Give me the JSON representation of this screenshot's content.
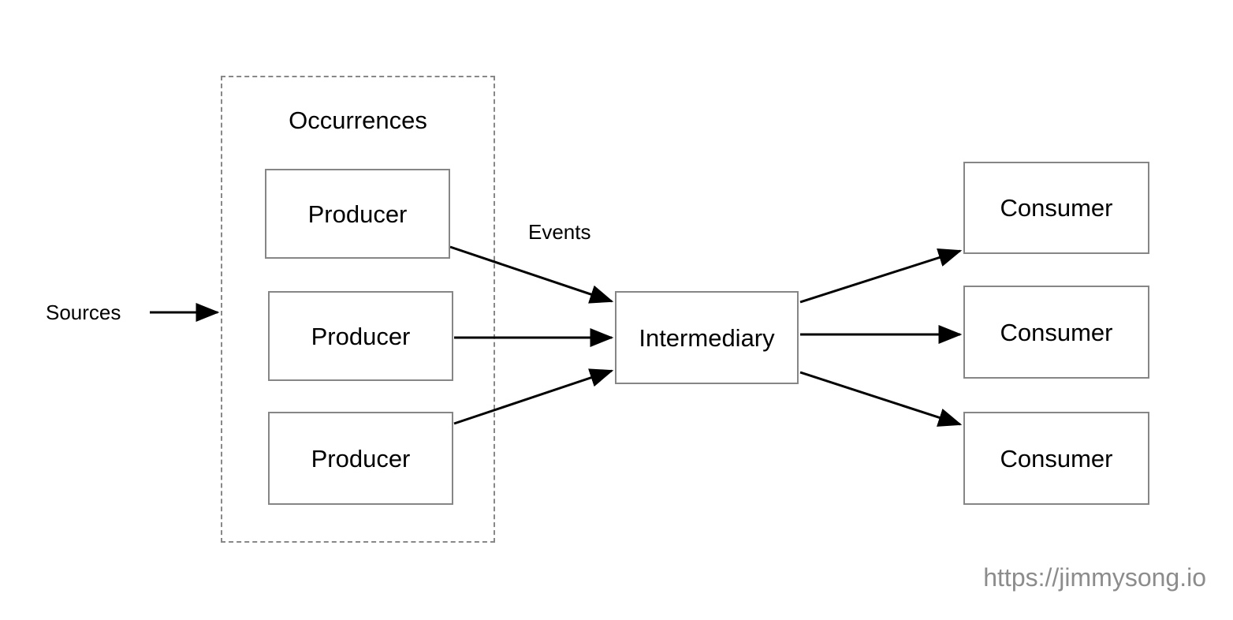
{
  "diagram": {
    "title_label": "Occurrences",
    "group": {
      "name": "occurrences-group",
      "label": "Occurrences",
      "border_style": "dashed",
      "border_color": "#888888"
    },
    "nodes": [
      {
        "id": "producer-1",
        "label": "Producer",
        "group": "occurrences"
      },
      {
        "id": "producer-2",
        "label": "Producer",
        "group": "occurrences"
      },
      {
        "id": "producer-3",
        "label": "Producer",
        "group": "occurrences"
      },
      {
        "id": "intermediary",
        "label": "Intermediary",
        "group": null
      },
      {
        "id": "consumer-1",
        "label": "Consumer",
        "group": null
      },
      {
        "id": "consumer-2",
        "label": "Consumer",
        "group": null
      },
      {
        "id": "consumer-3",
        "label": "Consumer",
        "group": null
      }
    ],
    "edge_labels": {
      "sources": "Sources",
      "events": "Events"
    },
    "edges": [
      {
        "from": "sources-label",
        "to": "occurrences-group",
        "label": "Sources"
      },
      {
        "from": "producer-1",
        "to": "intermediary",
        "label": "Events"
      },
      {
        "from": "producer-2",
        "to": "intermediary",
        "label": ""
      },
      {
        "from": "producer-3",
        "to": "intermediary",
        "label": ""
      },
      {
        "from": "intermediary",
        "to": "consumer-1",
        "label": ""
      },
      {
        "from": "intermediary",
        "to": "consumer-2",
        "label": ""
      },
      {
        "from": "intermediary",
        "to": "consumer-3",
        "label": ""
      }
    ],
    "colors": {
      "node_border": "#868686",
      "group_border": "#888888",
      "edge": "#000000",
      "text": "#000000",
      "watermark": "#8c8c8c",
      "background": "#ffffff"
    }
  },
  "watermark": {
    "text": "https://jimmysong.io"
  }
}
